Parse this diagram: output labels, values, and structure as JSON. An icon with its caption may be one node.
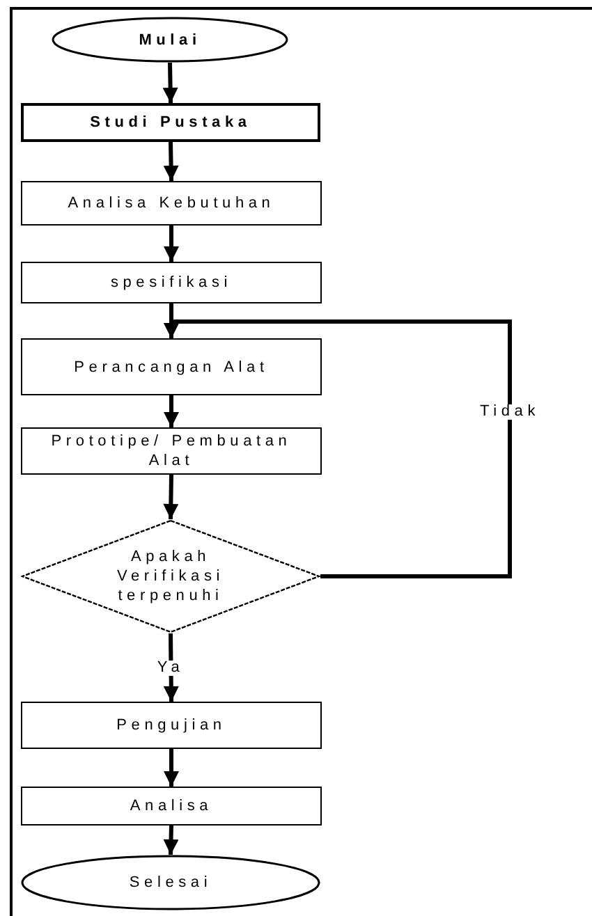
{
  "diagram": {
    "nodes": [
      {
        "text": [
          "Mulai"
        ]
      },
      {
        "text": [
          "Studi Pustaka"
        ]
      },
      {
        "text": [
          "Analisa Kebutuhan"
        ]
      },
      {
        "text": [
          "spesifikasi"
        ]
      },
      {
        "text": [
          "Perancangan Alat"
        ]
      },
      {
        "text": [
          "Prototipe/ Pembuatan Alat"
        ]
      },
      {
        "text": [
          "Apakah Verifikasi terpenuhi"
        ]
      },
      {
        "text": [
          "Pengujian"
        ]
      },
      {
        "text": [
          "Analisa"
        ]
      },
      {
        "text": [
          "Selesai"
        ]
      }
    ],
    "edges": [
      {
        "from": 0,
        "to": 1,
        "arrow": "to"
      },
      {
        "from": 1,
        "to": 2,
        "arrow": "to"
      },
      {
        "from": 2,
        "to": 3,
        "arrow": "to"
      },
      {
        "from": 3,
        "to": 4,
        "arrow": "to"
      },
      {
        "from": 4,
        "to": 5,
        "arrow": "to"
      },
      {
        "from": 5,
        "to": 6,
        "arrow": "to"
      },
      {
        "from": 6,
        "to": 4,
        "label": "Tidak",
        "arrow": "to"
      },
      {
        "from": 6,
        "to": 7,
        "label": "Ya",
        "arrow": "to"
      },
      {
        "from": 7,
        "to": 8,
        "arrow": "to"
      },
      {
        "from": 8,
        "to": 9,
        "arrow": "to"
      }
    ]
  }
}
